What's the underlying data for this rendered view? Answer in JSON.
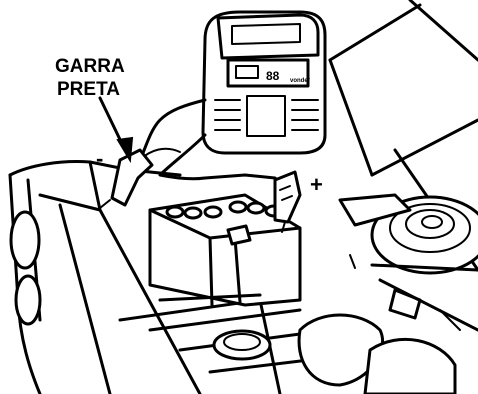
{
  "callout": {
    "line1": "GARRA",
    "line2": "PRETA"
  },
  "terminals": {
    "negative": "-",
    "positive": "+"
  },
  "charger": {
    "brand": "vonder",
    "display": "88"
  }
}
